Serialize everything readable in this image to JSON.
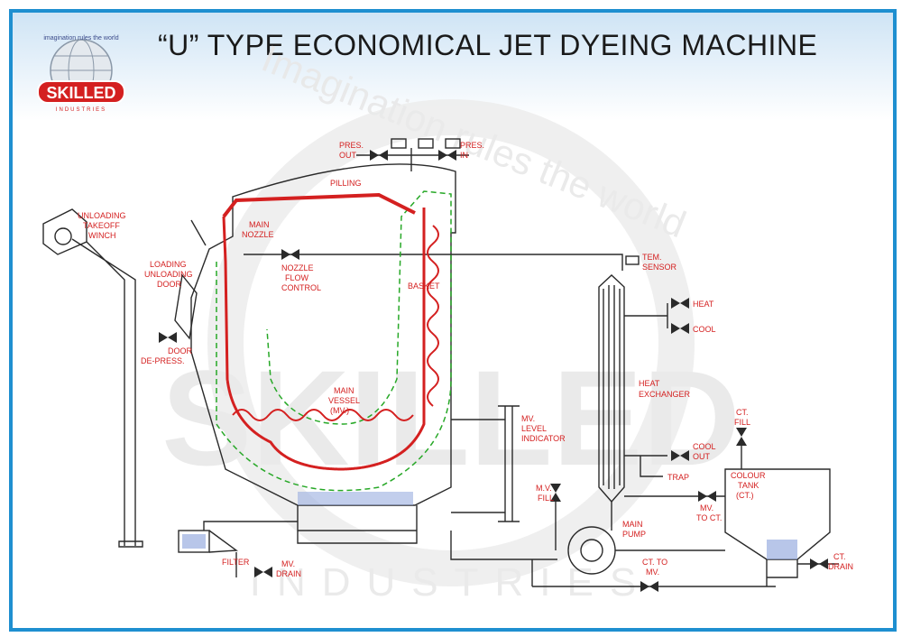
{
  "title": "“U” TYPE ECONOMICAL JET DYEING MACHINE",
  "logo": {
    "brand": "SKILLED",
    "sub": "INDUSTRIES",
    "tagline": "imagination rules the world"
  },
  "watermark": {
    "tagline": "Imagination rules the world",
    "brand": "SKILLED",
    "sub": "INDUSTRIES"
  },
  "colors": {
    "border": "#1e8fd0",
    "label": "#d42020",
    "fabric": "#d42020",
    "basket": "#27a827",
    "line": "#2a2a2a",
    "liquor": "#9aaee0"
  },
  "labels": {
    "pres_out": [
      "PRES.",
      "OUT"
    ],
    "pres_in": [
      "PRES.",
      "IN"
    ],
    "pilling": [
      "PILLING"
    ],
    "main_nozzle": [
      "MAIN",
      "NOZZLE"
    ],
    "nozzle_flow": [
      "NOZZLE",
      "FLOW",
      "CONTROL"
    ],
    "unloading_winch": [
      "UNLOADING",
      "TAKEOFF",
      "WINCH"
    ],
    "loading_door": [
      "LOADING",
      "UNLOADING",
      "DOOR"
    ],
    "door_depress": [
      "DOOR",
      "DE-PRESS."
    ],
    "basket": [
      "BASKET"
    ],
    "main_vessel": [
      "MAIN",
      "VESSEL",
      "(MV.)"
    ],
    "tem_sensor": [
      "TEM.",
      "SENSOR"
    ],
    "heat": [
      "HEAT"
    ],
    "cool": [
      "COOL"
    ],
    "heat_exchanger": [
      "HEAT",
      "EXCHANGER"
    ],
    "cool_out": [
      "COOL",
      "OUT"
    ],
    "trap": [
      "TRAP"
    ],
    "level_indicator": [
      "MV.",
      "LEVEL",
      "INDICATOR"
    ],
    "ct_fill": [
      "CT.",
      "FILL"
    ],
    "colour_tank": [
      "COLOUR",
      "TANK",
      "(CT.)"
    ],
    "mv_fill": [
      "M.V.",
      "FILL"
    ],
    "mv_to_ct": [
      "MV.",
      "TO CT."
    ],
    "main_pump": [
      "MAIN",
      "PUMP"
    ],
    "filter": [
      "FILTER"
    ],
    "mv_drain": [
      "MV.",
      "DRAIN"
    ],
    "ct_to_mv": [
      "CT. TO",
      "MV."
    ],
    "ct_drain": [
      "CT.",
      "DRAIN"
    ]
  }
}
